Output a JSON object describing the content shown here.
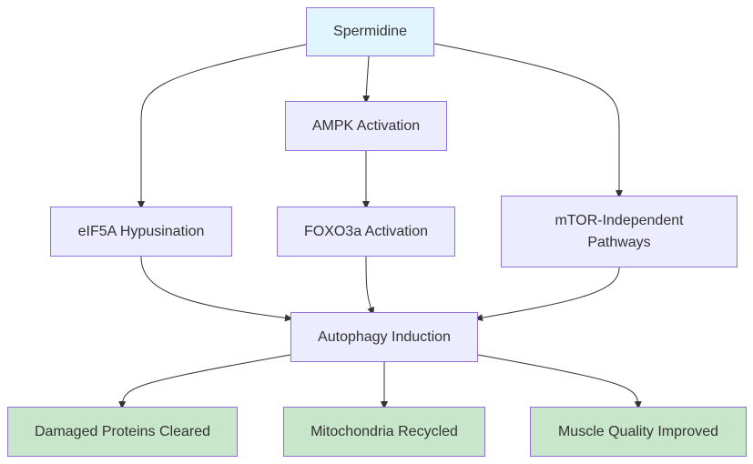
{
  "nodes": {
    "spermidine": "Spermidine",
    "ampk": "AMPK Activation",
    "eif5a": "eIF5A Hypusination",
    "foxo3a": "FOXO3a Activation",
    "mtor": "mTOR-Independent Pathways",
    "autophagy": "Autophagy Induction",
    "proteins": "Damaged Proteins Cleared",
    "mito": "Mitochondria Recycled",
    "muscle": "Muscle Quality Improved"
  },
  "colors": {
    "default_fill": "#ececff",
    "source_fill": "#e1f5fe",
    "outcome_fill": "#c8e6c9",
    "border": "#9370db",
    "edge": "#333333"
  }
}
